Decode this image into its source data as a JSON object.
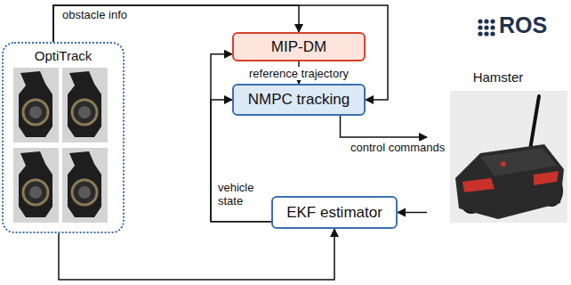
{
  "diagram": {
    "nodes": [
      {
        "text": [
          "OptiTrack"
        ]
      },
      {
        "text": [
          "MIP-DM"
        ]
      },
      {
        "text": [
          "NMPC tracking"
        ]
      },
      {
        "text": [
          "Hamster"
        ]
      },
      {
        "text": [
          "EKF estimator"
        ]
      }
    ],
    "edges": [
      {
        "from": 0,
        "to": 1,
        "arrow": "to",
        "label": "obstacle info"
      },
      {
        "from": 0,
        "to": 2,
        "arrow": "to"
      },
      {
        "from": 1,
        "to": 2,
        "arrow": "to",
        "label": "reference trajectory"
      },
      {
        "from": 2,
        "to": 3,
        "arrow": "to",
        "label": "control commands"
      },
      {
        "from": 3,
        "to": 4,
        "arrow": "to"
      },
      {
        "from": 0,
        "to": 4,
        "arrow": "to"
      },
      {
        "from": 4,
        "to": 1,
        "arrow": "to",
        "label": "vehicle state"
      },
      {
        "from": 4,
        "to": 2,
        "arrow": "to"
      }
    ],
    "labels": [
      "ROS"
    ]
  }
}
